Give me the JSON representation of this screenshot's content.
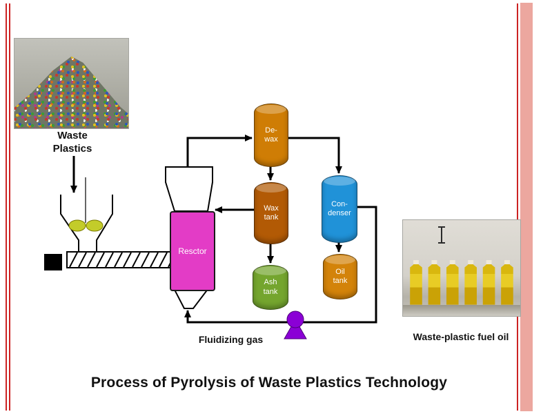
{
  "slide": {
    "title": "Process of Pyrolysis of Waste Plastics Technology",
    "frame_color": "#cc2222",
    "accent_bar_color": "#eca79f"
  },
  "waste_photo": {
    "caption_line1": "Waste",
    "caption_line2": "Plastics"
  },
  "oil_photo": {
    "caption": "Waste-plastic fuel oil"
  },
  "flow": {
    "fluidizing_gas_label": "Fluidizing gas",
    "reactor": {
      "label": "Resctor",
      "color": "#e33cc6"
    },
    "dewax": {
      "line1": "De-",
      "line2": "wax",
      "color": "#cf7d05"
    },
    "wax_tank": {
      "line1": "Wax",
      "line2": "tank",
      "color": "#b25a05"
    },
    "ash_tank": {
      "line1": "Ash",
      "line2": "tank",
      "color": "#74a52e"
    },
    "condenser": {
      "line1": "Con-",
      "line2": "denser",
      "color": "#2092d8"
    },
    "oil_tank": {
      "line1": "Oil",
      "line2": "tank",
      "color": "#d3830a"
    },
    "pump_color": "#8b00d6",
    "line_color": "#000000"
  }
}
